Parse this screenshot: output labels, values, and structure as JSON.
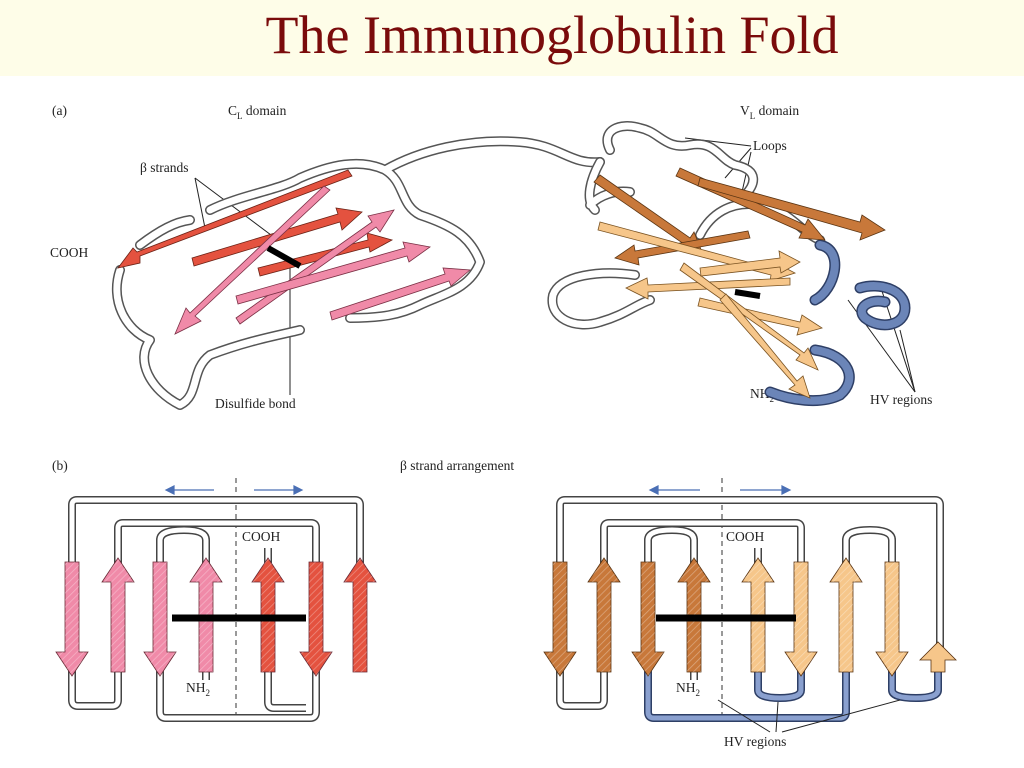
{
  "title": "The Immunoglobulin Fold",
  "panel_a": {
    "tag": "(a)",
    "cl_domain": "C",
    "cl_sub": "L",
    "cl_suffix": " domain",
    "vl_domain": "V",
    "vl_sub": "L",
    "vl_suffix": " domain",
    "beta_strands": "β strands",
    "cooh": "COOH",
    "disulfide": "Disulfide bond",
    "loops": "Loops",
    "nh2": "NH",
    "nh2_sub": "2",
    "hv": "HV regions"
  },
  "panel_b": {
    "tag": "(b)",
    "heading": "β strand arrangement",
    "cooh_left": "COOH",
    "nh2_left": "NH",
    "nh2_left_sub": "2",
    "cooh_right": "COOH",
    "nh2_right": "NH",
    "nh2_right_sub": "2",
    "hv": "HV regions"
  },
  "colors": {
    "title": "#7a0b0b",
    "pink": "#f08aa8",
    "red": "#e4523f",
    "brown": "#c8783a",
    "light_orange": "#f6c68a",
    "blue": "#6b85b8"
  }
}
